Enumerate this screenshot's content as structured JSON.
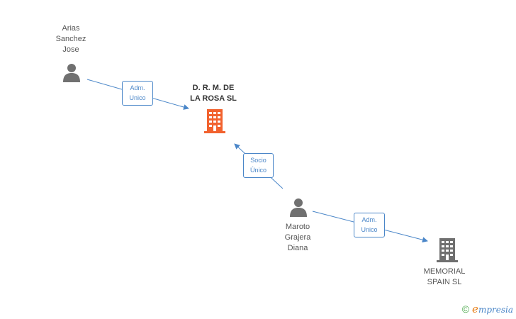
{
  "nodes": {
    "person_arias": {
      "label": "Arias\nSanchez\nJose",
      "kind": "person"
    },
    "company_drm": {
      "label": "D. R. M. DE\nLA ROSA SL",
      "kind": "company",
      "highlight": true
    },
    "person_maroto": {
      "label": "Maroto\nGrajera\nDiana",
      "kind": "person"
    },
    "company_memorial": {
      "label": "MEMORIAL\nSPAIN SL",
      "kind": "company"
    }
  },
  "edges": {
    "arias_to_drm": {
      "label": "Adm.\nUnico"
    },
    "maroto_to_drm": {
      "label": "Socio\nÚnico"
    },
    "maroto_to_memorial": {
      "label": "Adm.\nUnico"
    }
  },
  "colors": {
    "edge": "#4a86c8",
    "person_icon": "#707070",
    "company_icon": "#6f6f6f",
    "company_highlight": "#f2622e"
  },
  "footer": {
    "copyright_symbol": "©",
    "brand_first": "e",
    "brand_rest": "mpresia"
  }
}
